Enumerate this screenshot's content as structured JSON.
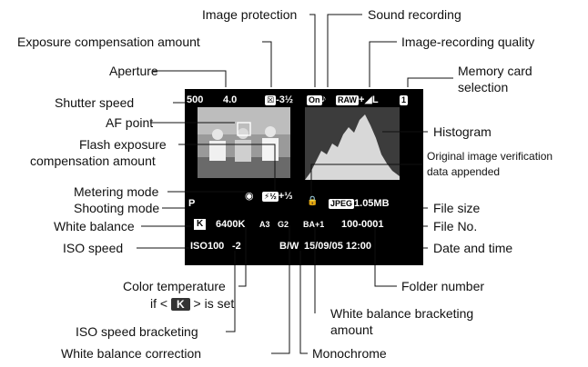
{
  "callouts": {
    "image_protection": "Image protection",
    "sound_recording": "Sound recording",
    "exposure_comp": "Exposure compensation amount",
    "image_quality": "Image-recording quality",
    "aperture": "Aperture",
    "memory_card_line1": "Memory card",
    "memory_card_line2": "selection",
    "shutter_speed": "Shutter speed",
    "af_point": "AF point",
    "histogram": "Histogram",
    "flash_comp_line1": "Flash exposure",
    "flash_comp_line2": "compensation amount",
    "verification_line1": "Original image verification",
    "verification_line2": "data appended",
    "metering_mode": "Metering mode",
    "shooting_mode": "Shooting mode",
    "file_size": "File size",
    "white_balance": "White balance",
    "file_no": "File No.",
    "iso_speed": "ISO speed",
    "date_time": "Date and time",
    "color_temp_line1": "Color temperature",
    "color_temp_pre": "if <",
    "color_temp_badge": "K",
    "color_temp_post": "> is set",
    "folder_number": "Folder number",
    "wb_bracketing_line1": "White balance bracketing",
    "wb_bracketing_line2": "amount",
    "iso_bracketing": "ISO speed bracketing",
    "wb_correction": "White balance correction",
    "monochrome": "Monochrome"
  },
  "screen": {
    "shutter": "500",
    "aperture": "4.0",
    "exp_comp_badge": "☒",
    "exp_comp_value": "-3½",
    "protect_badge": "On",
    "sound_glyph": "♪",
    "raw_badge": "RAW",
    "quality_glyph": "+◢L",
    "card_badge": "1",
    "flash_comp_badge": "⚡½",
    "flash_comp_value": "+⅓",
    "metering_glyph": "◉",
    "shooting_mode": "P",
    "lock_glyph": "🔒",
    "jpeg_badge": "JPEG",
    "file_size": "1.05MB",
    "wb_badge": "K",
    "color_temp": "6400K",
    "wb_corr_a": "A3",
    "wb_corr_b": "G2",
    "wb_bkt": "BA+1",
    "file_no": "100-0001",
    "iso": "ISO100",
    "iso_bkt": "-2",
    "mono": "B/W",
    "datetime": "15/09/05 12:00"
  },
  "colors": {
    "screen_bg": "#000000",
    "screen_text": "#ffffff",
    "photo_bg": "#9a9a9a",
    "histogram_bg": "#3c3c3c",
    "histogram_fill": "#d8d8d8"
  }
}
